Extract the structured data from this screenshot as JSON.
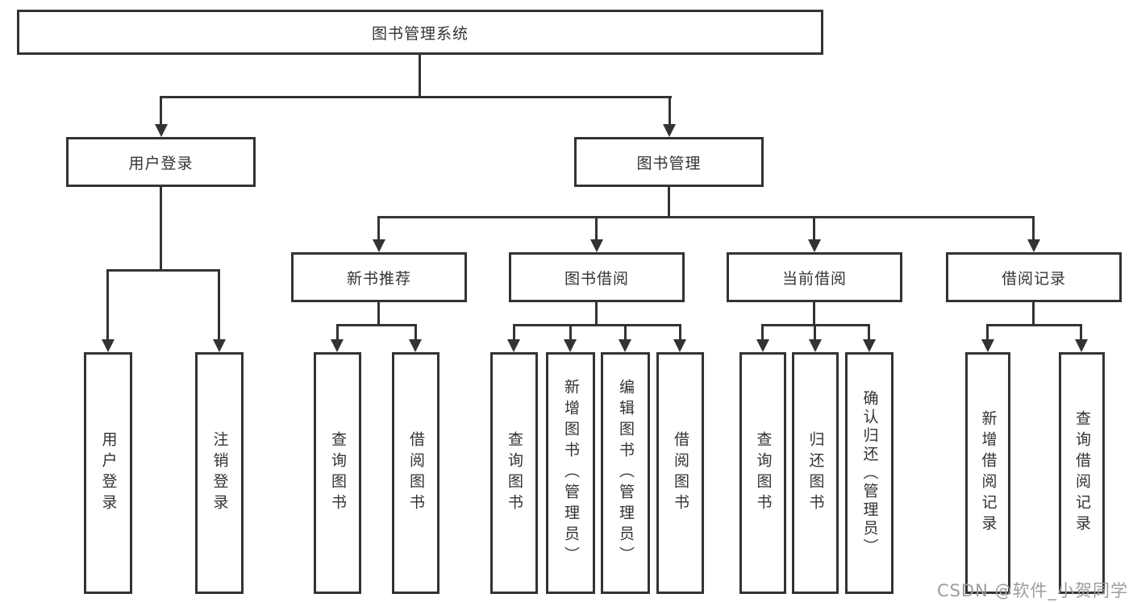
{
  "tree": {
    "root": {
      "label": "图书管理系统",
      "children": [
        {
          "label": "用户登录",
          "children": [
            {
              "label": "用户登录"
            },
            {
              "label": "注销登录"
            }
          ]
        },
        {
          "label": "图书管理",
          "children": [
            {
              "label": "新书推荐",
              "children": [
                {
                  "label": "查询图书"
                },
                {
                  "label": "借阅图书"
                }
              ]
            },
            {
              "label": "图书借阅",
              "children": [
                {
                  "label": "查询图书"
                },
                {
                  "label": "新增图书（管理员）"
                },
                {
                  "label": "编辑图书（管理员）"
                },
                {
                  "label": "借阅图书"
                }
              ]
            },
            {
              "label": "当前借阅",
              "children": [
                {
                  "label": "查询图书"
                },
                {
                  "label": "归还图书"
                },
                {
                  "label": "确认归还（管理员）"
                }
              ]
            },
            {
              "label": "借阅记录",
              "children": [
                {
                  "label": "新增借阅记录"
                },
                {
                  "label": "查询借阅记录"
                }
              ]
            }
          ]
        }
      ]
    }
  },
  "watermark": {
    "text": "CSDN @软件_小贺同学"
  },
  "colors": {
    "line": "#333333",
    "text": "#333333",
    "background": "#ffffff",
    "watermark": "#9c9c9c"
  }
}
